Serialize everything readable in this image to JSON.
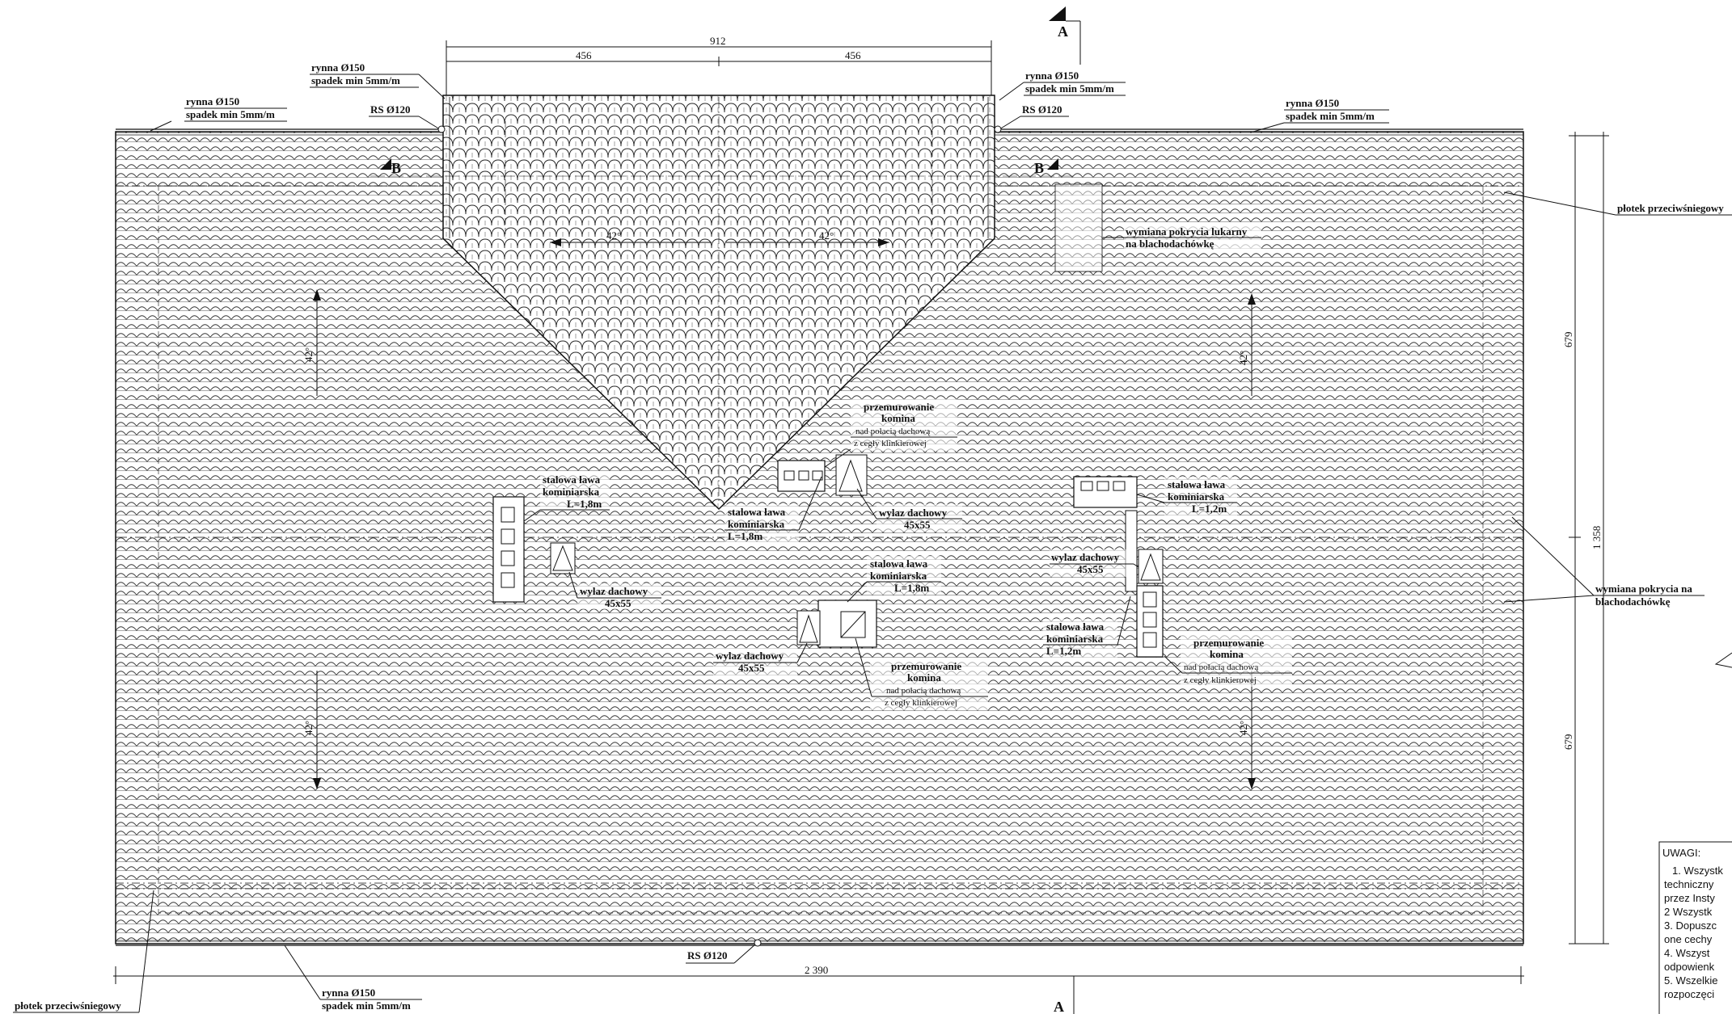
{
  "dimensions": {
    "top_total": "912",
    "top_left": "456",
    "top_right": "456",
    "bottom_total": "2 390",
    "right_total": "1 358",
    "right_upper": "679",
    "right_lower": "679"
  },
  "labels": {
    "gutter_top_left": [
      "rynna Ø150",
      "spadek min 5mm/m"
    ],
    "gutter_top_mid_left": [
      "rynna Ø150",
      "spadek min 5mm/m"
    ],
    "gutter_top_mid_right": [
      "rynna Ø150",
      "spadek min 5mm/m"
    ],
    "gutter_top_right": [
      "rynna Ø150",
      "spadek min 5mm/m"
    ],
    "gutter_bottom": [
      "rynna Ø150",
      "spadek min 5mm/m"
    ],
    "downpipe_left": "RS Ø120",
    "downpipe_right": "RS Ø120",
    "downpipe_bottom": "RS Ø120",
    "snow_guard_right": "płotek przeciwśniegowy",
    "snow_guard_bottom": "płotek przeciwśniegowy",
    "cover_replacement_right": [
      "wymiana pokrycia na",
      "blachodachówkę"
    ],
    "cover_replacement_top": [
      "wymiana pokrycia lukarny",
      "na blachodachówkę"
    ],
    "bench_left": [
      "stalowa ława",
      "kominiarska",
      "L=1,8m"
    ],
    "bench_mid_top": [
      "stalowa ława",
      "kominiarska",
      "L=1,8m"
    ],
    "bench_mid_bottom": [
      "stalowa ława",
      "kominiarska",
      "L=1,8m"
    ],
    "bench_right_top": [
      "stalowa ława",
      "kominiarska",
      "L=1,2m"
    ],
    "bench_right_bottom": [
      "stalowa ława",
      "kominiarska",
      "L=1,2m"
    ],
    "vent_left": [
      "wylaz dachowy",
      "45x55"
    ],
    "vent_mid_top": [
      "wylaz dachowy",
      "45x55"
    ],
    "vent_mid_bottom": [
      "wylaz dachowy",
      "45x55"
    ],
    "vent_right": [
      "wylaz dachowy",
      "45x55"
    ],
    "chimney_mid_top": [
      "przemurowanie",
      "komina",
      "nad połacią dachową",
      "z cegły klinkierowej"
    ],
    "chimney_mid_bottom": [
      "przemurowanie",
      "komina",
      "nad połacią dachową",
      "z cegły klinkierowej"
    ],
    "chimney_right": [
      "przemurowanie",
      "komina",
      "nad połacią dachową",
      "z cegły klinkierowej"
    ],
    "angle_dormer_left": "42°",
    "angle_dormer_right": "42°",
    "angle_upper_left": "42°",
    "angle_upper_right": "42°",
    "angle_lower_left": "42°",
    "angle_lower_right": "42°",
    "section_a": "A",
    "section_b": "B"
  },
  "notes": {
    "title": "UWAGI:",
    "lines": [
      "1. Wszystk",
      "techniczny",
      "przez Insty",
      "2 Wszystk",
      "3. Dopuszc",
      "one cechy",
      "4. Wszyst",
      "odpowienk",
      "5. Wszelkie",
      "rozpoczęci"
    ]
  }
}
